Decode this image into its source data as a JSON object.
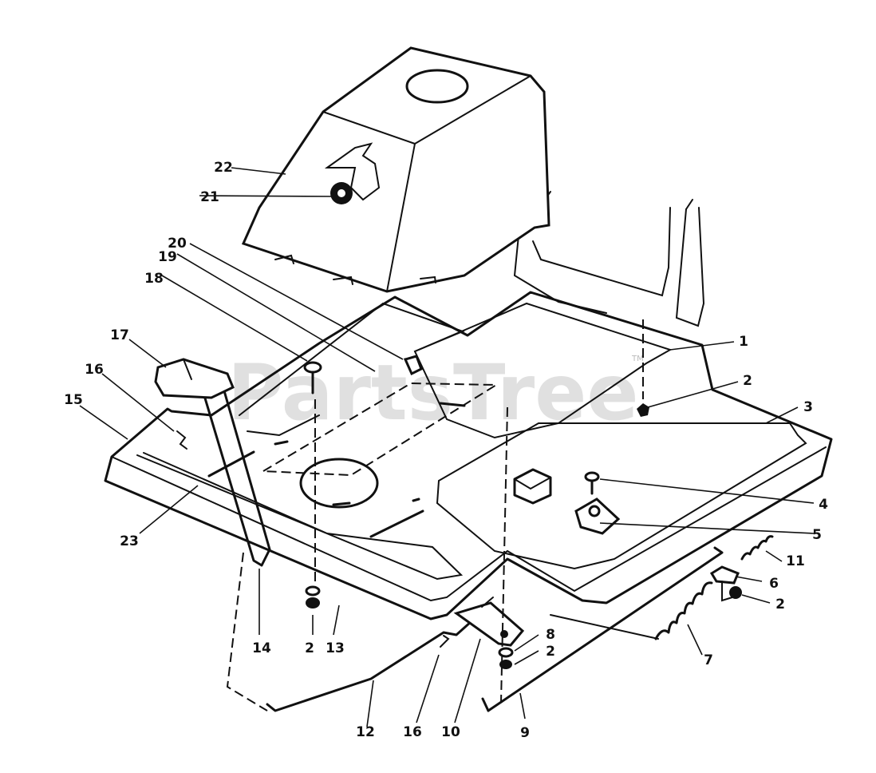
{
  "watermark": {
    "text": "PartsTree",
    "tm": "TM"
  },
  "callouts": [
    {
      "id": "c1",
      "text": "1"
    },
    {
      "id": "c2a",
      "text": "2"
    },
    {
      "id": "c3",
      "text": "3"
    },
    {
      "id": "c4",
      "text": "4"
    },
    {
      "id": "c5",
      "text": "5"
    },
    {
      "id": "c11",
      "text": "11"
    },
    {
      "id": "c6",
      "text": "6"
    },
    {
      "id": "c2b",
      "text": "2"
    },
    {
      "id": "c7",
      "text": "7"
    },
    {
      "id": "c8",
      "text": "8"
    },
    {
      "id": "c2c",
      "text": "2"
    },
    {
      "id": "c9",
      "text": "9"
    },
    {
      "id": "c10",
      "text": "10"
    },
    {
      "id": "c16b",
      "text": "16"
    },
    {
      "id": "c12",
      "text": "12"
    },
    {
      "id": "c2d",
      "text": "2"
    },
    {
      "id": "c13",
      "text": "13"
    },
    {
      "id": "c14",
      "text": "14"
    },
    {
      "id": "c23",
      "text": "23"
    },
    {
      "id": "c15",
      "text": "15"
    },
    {
      "id": "c16a",
      "text": "16"
    },
    {
      "id": "c17",
      "text": "17"
    },
    {
      "id": "c18",
      "text": "18"
    },
    {
      "id": "c19",
      "text": "19"
    },
    {
      "id": "c20",
      "text": "20"
    },
    {
      "id": "c21",
      "text": "21"
    },
    {
      "id": "c22",
      "text": "22"
    }
  ]
}
